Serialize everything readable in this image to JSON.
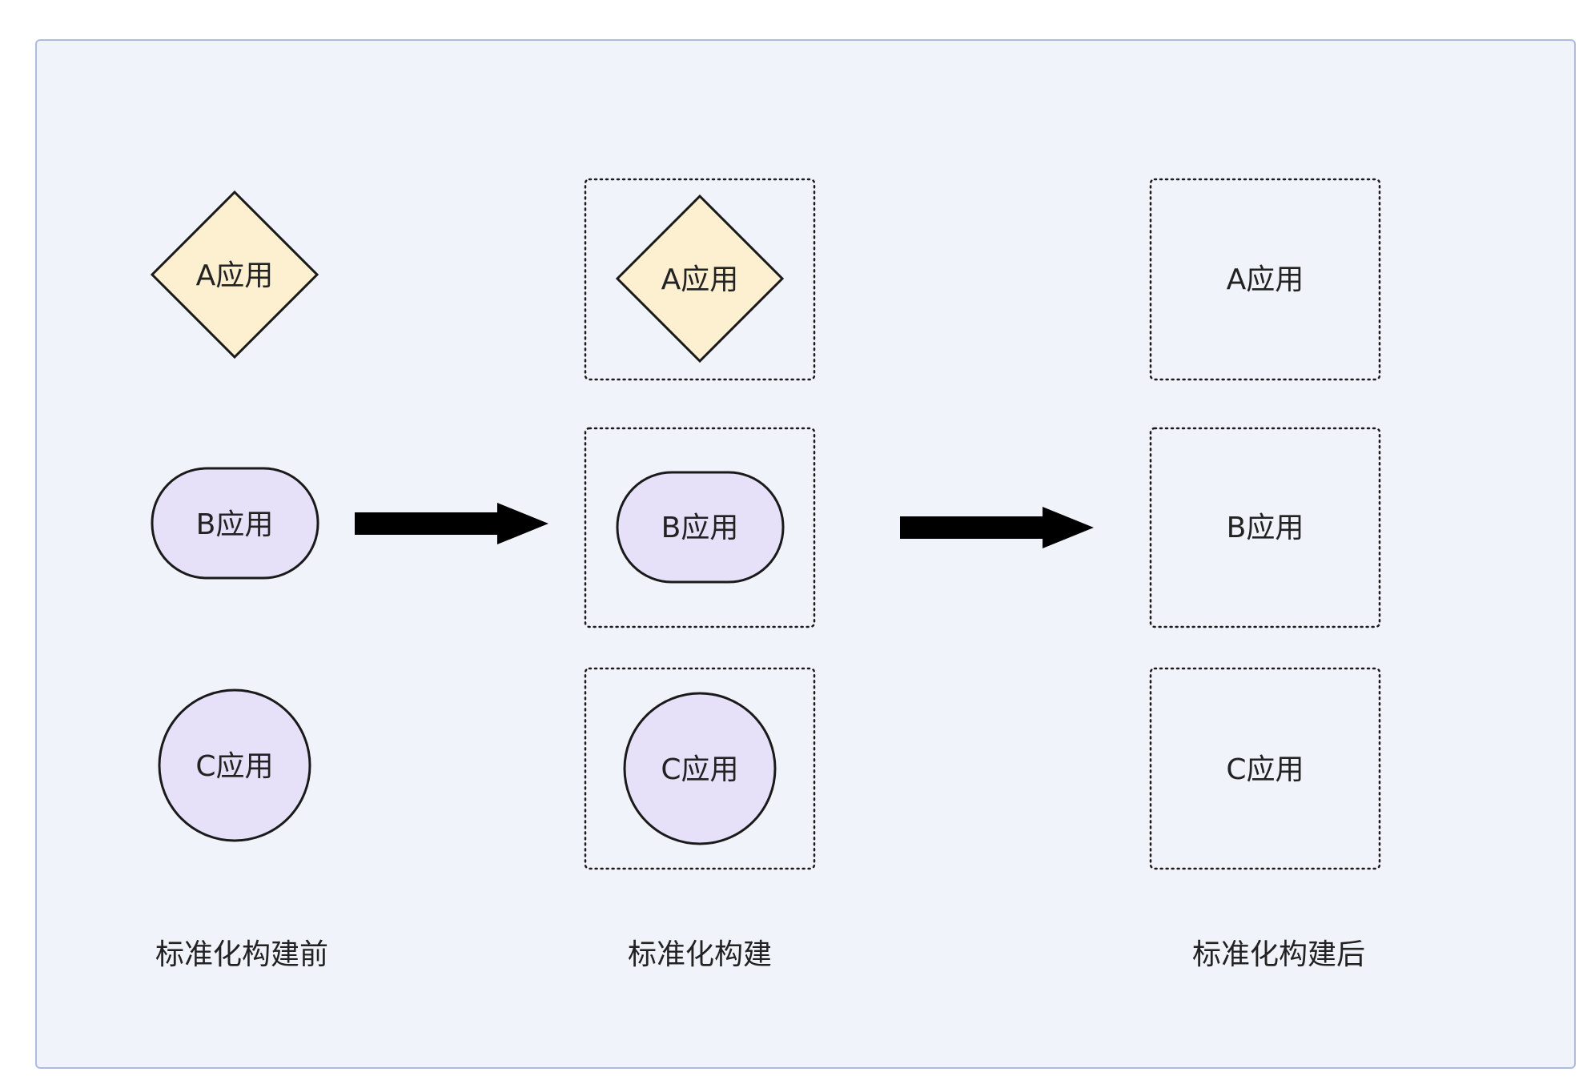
{
  "colors": {
    "canvas_fill": "#f0f3fa",
    "canvas_stroke": "#aebbdc",
    "diamond_fill": "#fcf0d0",
    "rounded_fill": "#e6e1f8",
    "node_stroke": "#1a1a1a",
    "arrow_fill": "#000000"
  },
  "columns": [
    {
      "caption": "标准化构建前",
      "nodes": [
        {
          "shape": "diamond",
          "label": "A应用"
        },
        {
          "shape": "stadium",
          "label": "B应用"
        },
        {
          "shape": "circle",
          "label": "C应用"
        }
      ]
    },
    {
      "caption": "标准化构建",
      "nodes": [
        {
          "shape": "diamond-in-box",
          "label": "A应用"
        },
        {
          "shape": "stadium-in-box",
          "label": "B应用"
        },
        {
          "shape": "circle-in-box",
          "label": "C应用"
        }
      ]
    },
    {
      "caption": "标准化构建后",
      "nodes": [
        {
          "shape": "box",
          "label": "A应用"
        },
        {
          "shape": "box",
          "label": "B应用"
        },
        {
          "shape": "box",
          "label": "C应用"
        }
      ]
    }
  ],
  "arrows": [
    "right-arrow",
    "right-arrow"
  ]
}
